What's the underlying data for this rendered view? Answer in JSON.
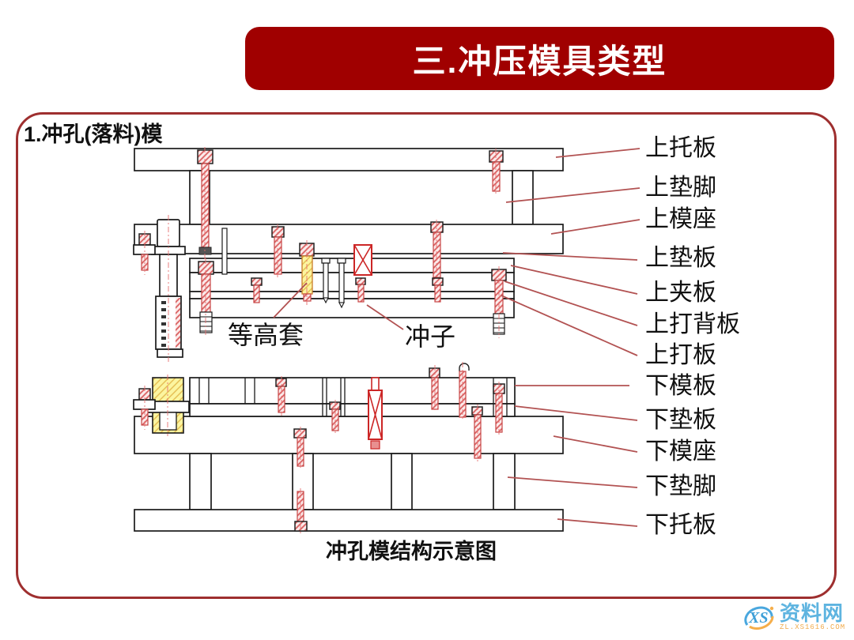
{
  "title": "三.冲压模具类型",
  "section_heading": "1.冲孔(落料)模",
  "caption": "冲孔模结构示意图",
  "callouts": {
    "sleeve": "等高套",
    "punch": "冲子"
  },
  "part_labels": [
    {
      "text": "上托板"
    },
    {
      "text": "上垫脚"
    },
    {
      "text": "上模座"
    },
    {
      "text": "上垫板"
    },
    {
      "text": "上夹板"
    },
    {
      "text": "上打背板"
    },
    {
      "text": "上打板"
    },
    {
      "text": "下模板"
    },
    {
      "text": "下垫板"
    },
    {
      "text": "下模座"
    },
    {
      "text": "下垫脚"
    },
    {
      "text": "下托板"
    }
  ],
  "watermark": {
    "monogram": "XS",
    "site_name": "资料网",
    "site_url": "ZL.XS1616.COM"
  },
  "colors": {
    "banner": "#a00000",
    "box_border": "#9e2f2f",
    "leader_line": "#b25252",
    "diagram_red": "#cc2626",
    "screw_hatch": "#d96060",
    "highlight_yellow": "#fcf5a0",
    "watermark_blue": "#51aede",
    "watermark_orange": "#f0a43c"
  }
}
